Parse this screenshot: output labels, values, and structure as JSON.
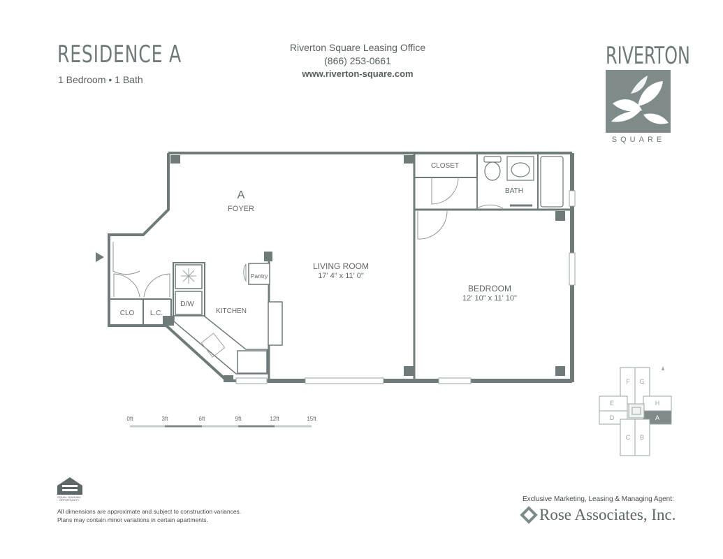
{
  "header": {
    "title": "RESIDENCE A",
    "subtitle": "1 Bedroom • 1 Bath"
  },
  "office": {
    "name": "Riverton Square Leasing Office",
    "phone": "(866) 253-0661",
    "website": "www.riverton-square.com"
  },
  "brand": {
    "top": "RIVERTON",
    "bottom": "SQUARE"
  },
  "plan": {
    "unit_letter": "A",
    "foyer": "FOYER",
    "living_room": {
      "label": "LIVING ROOM",
      "dims": "17' 4\" x 11' 0\""
    },
    "bedroom": {
      "label": "BEDROOM",
      "dims": "12' 10\" x 11' 10\""
    },
    "kitchen": "KITCHEN",
    "pantry": "Pantry",
    "dishwasher": "D/W",
    "closet": "CLOSET",
    "bath": "BATH",
    "clo": "CLO",
    "lc": "L.C."
  },
  "scale": {
    "ticks": [
      "0ft",
      "3ft",
      "6ft",
      "9ft",
      "12ft",
      "15ft"
    ]
  },
  "keyplan": {
    "units": [
      "A",
      "B",
      "C",
      "D",
      "E",
      "F",
      "G",
      "H"
    ],
    "highlighted": "A"
  },
  "footer": {
    "disclaimer_line1": "All dimensions are approximate and subject to construction variances.",
    "disclaimer_line2": "Plans may contain minor variations in certain apartments.",
    "agent_label": "Exclusive Marketing, Leasing & Managing Agent:",
    "agent_name": "Rose Associates, Inc.",
    "equal_housing": "EQUAL HOUSING OPPORTUNITY"
  },
  "colors": {
    "wall": "#6f7a7a",
    "accent": "#7f8b8b",
    "text": "#5e6868"
  }
}
